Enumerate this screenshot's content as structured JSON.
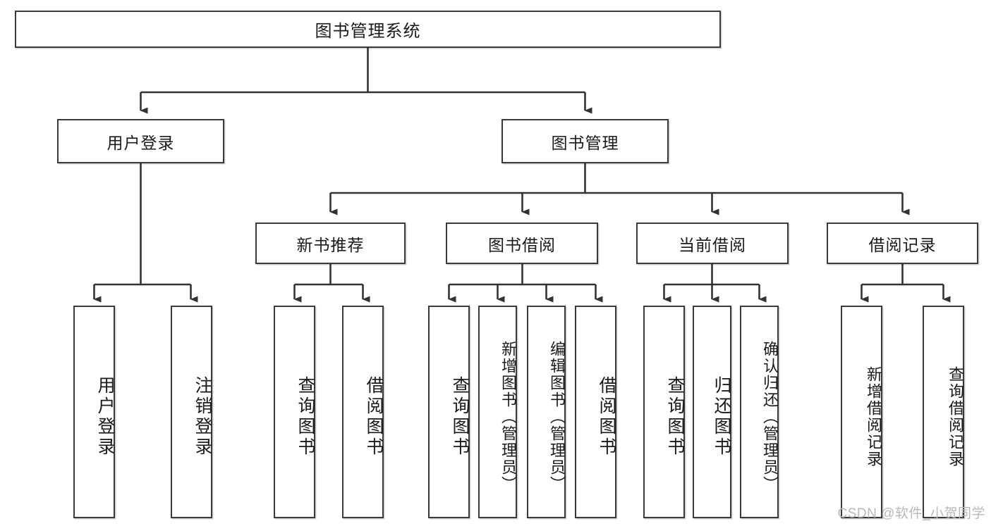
{
  "diagram": {
    "type": "tree-hierarchy-diagram",
    "title": "图书管理系统",
    "watermark": "CSDN @软件_小贺同学",
    "colors": {
      "border": "#3a3a3a",
      "background": "#ffffff",
      "text": "#1a1a1a",
      "connector": "#333333",
      "watermark": "#b9b9b9"
    },
    "nodes": {
      "root": {
        "label": "图书管理系统"
      },
      "level2": [
        {
          "label": "用户登录"
        },
        {
          "label": "图书管理"
        }
      ],
      "level3": [
        {
          "label": "新书推荐"
        },
        {
          "label": "图书借阅"
        },
        {
          "label": "当前借阅"
        },
        {
          "label": "借阅记录"
        }
      ],
      "leaves": [
        {
          "label": "用户登录",
          "parent": "用户登录"
        },
        {
          "label": "注销登录",
          "parent": "用户登录"
        },
        {
          "label": "查询图书",
          "parent": "新书推荐"
        },
        {
          "label": "借阅图书",
          "parent": "新书推荐"
        },
        {
          "label": "查询图书",
          "parent": "图书借阅"
        },
        {
          "label": "新增图书（管理员）",
          "parent": "图书借阅"
        },
        {
          "label": "编辑图书（管理员）",
          "parent": "图书借阅"
        },
        {
          "label": "借阅图书",
          "parent": "图书借阅"
        },
        {
          "label": "查询图书",
          "parent": "当前借阅"
        },
        {
          "label": "归还图书",
          "parent": "当前借阅"
        },
        {
          "label": "确认归还（管理员）",
          "parent": "当前借阅"
        },
        {
          "label": "新增借阅记录",
          "parent": "借阅记录"
        },
        {
          "label": "查询借阅记录",
          "parent": "借阅记录"
        }
      ]
    }
  }
}
